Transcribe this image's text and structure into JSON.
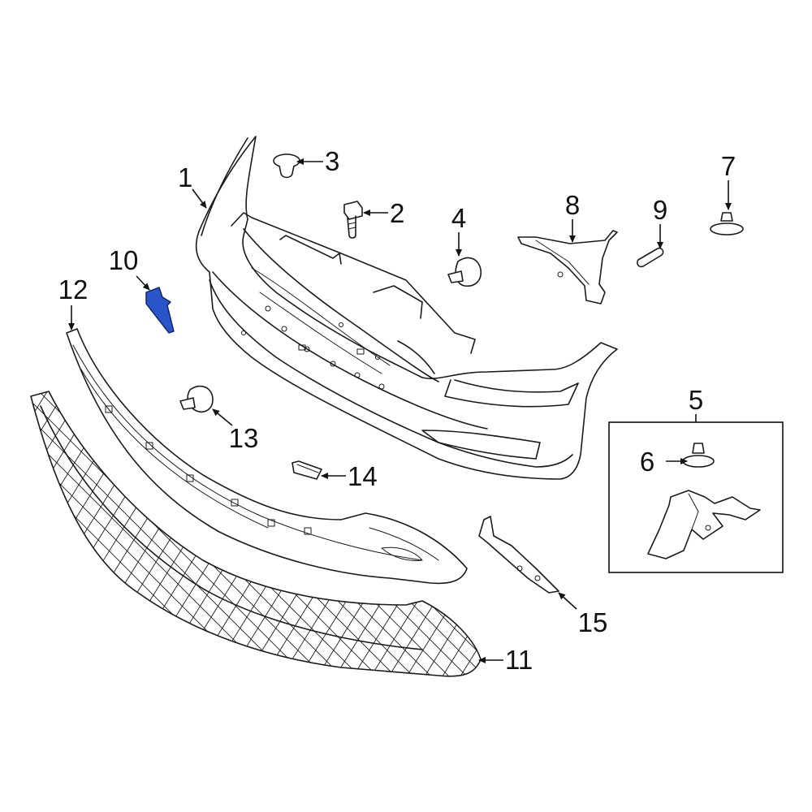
{
  "diagram": {
    "highlight_color": "#2a55c8",
    "callouts": [
      {
        "id": "c1",
        "label": "1"
      },
      {
        "id": "c2",
        "label": "2"
      },
      {
        "id": "c3",
        "label": "3"
      },
      {
        "id": "c4",
        "label": "4"
      },
      {
        "id": "c5",
        "label": "5"
      },
      {
        "id": "c6",
        "label": "6"
      },
      {
        "id": "c7",
        "label": "7"
      },
      {
        "id": "c8",
        "label": "8"
      },
      {
        "id": "c9",
        "label": "9"
      },
      {
        "id": "c10",
        "label": "10"
      },
      {
        "id": "c11",
        "label": "11"
      },
      {
        "id": "c12",
        "label": "12"
      },
      {
        "id": "c13",
        "label": "13"
      },
      {
        "id": "c14",
        "label": "14"
      },
      {
        "id": "c15",
        "label": "15"
      }
    ]
  }
}
